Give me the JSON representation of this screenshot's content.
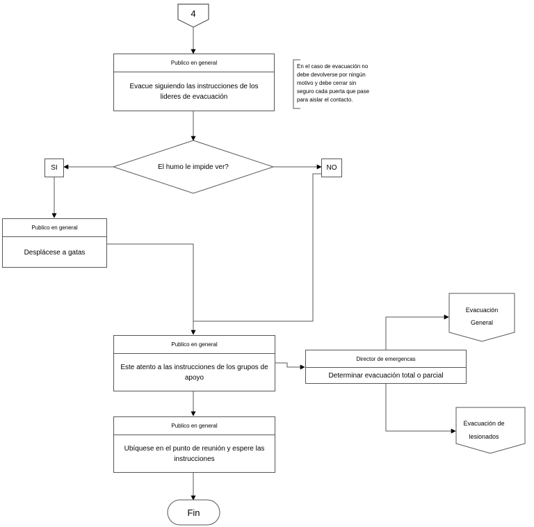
{
  "connector_number": "4",
  "step1": {
    "role": "Publico en general",
    "text": "Evacue siguiendo las instrucciones de los lideres de evacuación"
  },
  "note": "En el caso de evacuación no debe devolverse por ningún motivo y debe cerrar sin seguro cada puerta que pase para aislar el contacto.",
  "decision": {
    "question": "El humo le impide ver?",
    "yes": "SI",
    "no": "NO"
  },
  "step2": {
    "role": "Publico en general",
    "text": "Desplácese a gatas"
  },
  "step3": {
    "role": "Publico en general",
    "text": "Este atento a las instrucciones de los grupos de apoyo"
  },
  "director": {
    "role": "Director de emergencas",
    "text": "Determinar evacuación total o parcial"
  },
  "offpage1": {
    "line1": "Evacuación",
    "line2": "General"
  },
  "offpage2": {
    "line1": "Evacuación de",
    "line2": "lesionados"
  },
  "step4": {
    "role": "Publico en general",
    "text": "Ubíquese en el punto de reunión y espere las instrucciones"
  },
  "end": "Fin",
  "colors": {
    "stroke": "#555555",
    "arrow": "#000000"
  }
}
